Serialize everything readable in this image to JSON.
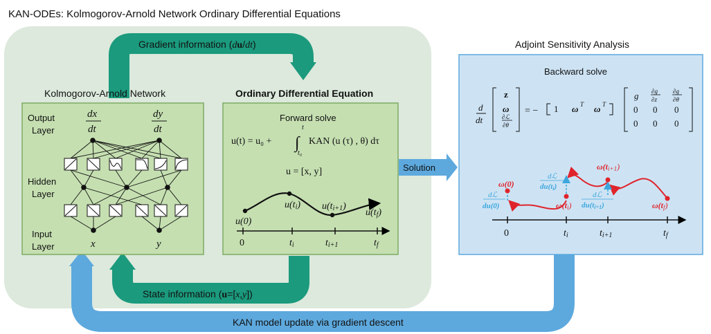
{
  "main_title": "KAN-ODEs: Kolmogorov-Arnold Network Ordinary Differential Equations",
  "colors": {
    "outer_bg": "#dce9dc",
    "panel_green": "#c5dfb1",
    "panel_border": "#7cab62",
    "teal_arrow": "#1b9a7d",
    "blue_arrow": "#5da9de",
    "adjoint_bg": "#cde3f4",
    "adjoint_border": "#5da9de",
    "red": "#e0242b",
    "light_blue_text": "#3da7dd"
  },
  "top_arrow": {
    "label_pre": "Gradient information (",
    "label_d": "d",
    "label_u": "u",
    "label_mid": "/",
    "label_dt": "dt",
    "label_post": ")"
  },
  "bottom_teal_arrow": {
    "label_pre": "State information (",
    "label_u": "u",
    "label_eq": "=[",
    "label_xy": "x,y",
    "label_post": "])"
  },
  "bottom_blue_arrow": {
    "label": "KAN model update via gradient descent"
  },
  "solution_arrow": {
    "label": "Solution"
  },
  "kan": {
    "title": "Kolmogorov-Arnold Network",
    "output_label_1": "Output",
    "output_label_2": "Layer",
    "hidden_label_1": "Hidden",
    "hidden_label_2": "Layer",
    "input_label_1": "Input",
    "input_label_2": "Layer",
    "out_dx_num": "dx",
    "out_dx_den": "dt",
    "out_dy_num": "dy",
    "out_dy_den": "dt",
    "in_x": "x",
    "in_y": "y"
  },
  "ode": {
    "title": "Ordinary Differential Equation",
    "subtitle": "Forward solve",
    "eq_lhs": "u(t) = u₀ + ",
    "int_upper": "t",
    "int_lower": "t₀",
    "eq_rhs": "KAN (u (τ) , θ) dτ",
    "eq2": "u = [x, y]",
    "curve_labels": [
      "u(0)",
      "u(t",
      "i",
      ")",
      "u(t",
      "i+1",
      ")",
      "u(t",
      "f",
      ")"
    ],
    "axis_ticks": [
      "0",
      "t",
      "i",
      "t",
      "i+1",
      "t",
      "f"
    ]
  },
  "adjoint": {
    "title": "Adjoint Sensitivity Analysis",
    "subtitle": "Backward solve",
    "lhs_d": "d",
    "lhs_dt": "dt",
    "vec": [
      "z",
      "ω",
      "∂ℒ",
      "∂θ"
    ],
    "eq": "= −",
    "row_vec": [
      "1",
      "ω",
      "T",
      "ω",
      "T"
    ],
    "mat_row1": [
      "g",
      "∂g",
      "∂z",
      "∂g",
      "∂θ"
    ],
    "mat_row2": [
      "0",
      "0",
      "0"
    ],
    "mat_row3": [
      "0",
      "0",
      "0"
    ],
    "labels": {
      "w0": "ω(0)",
      "wti": "ω(t",
      "wti_sub": "i",
      "wti1": "ω(t",
      "wti1_sub": "i+1",
      "wtf": "ω(t",
      "wtf_sub": "f",
      "dL": "dℒ",
      "du0": "du(0)",
      "duti": "du(t",
      "duti_sub": "i",
      "duti1": "du(t",
      "duti1_sub": "i+1"
    },
    "axis_ticks": [
      "0",
      "t",
      "i",
      "t",
      "i+1",
      "t",
      "f"
    ]
  }
}
